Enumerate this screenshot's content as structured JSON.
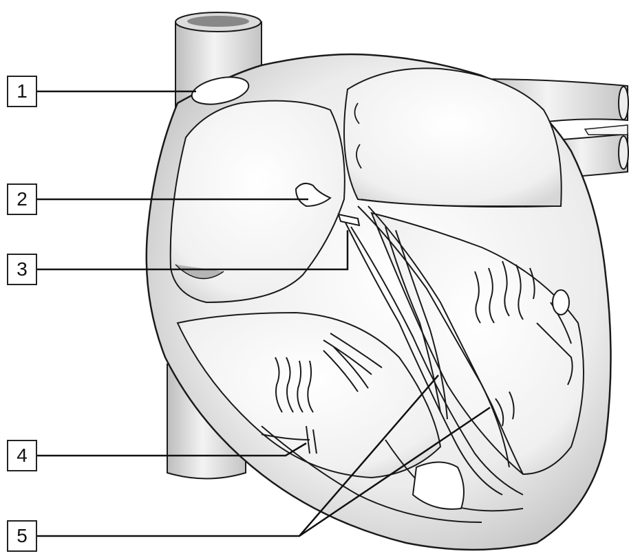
{
  "diagram": {
    "labels": [
      {
        "id": "1",
        "text": "1"
      },
      {
        "id": "2",
        "text": "2"
      },
      {
        "id": "3",
        "text": "3"
      },
      {
        "id": "4",
        "text": "4"
      },
      {
        "id": "5",
        "text": "5"
      }
    ]
  },
  "colors": {
    "outline": "#1a1a1a",
    "shade": "#c9c9c9",
    "light": "#f2f2f2"
  }
}
